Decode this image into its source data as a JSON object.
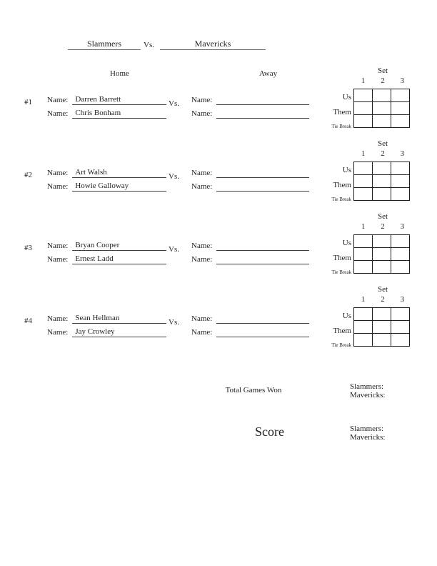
{
  "header": {
    "home_team": "Slammers",
    "vs_label": "Vs.",
    "away_team": "Mavericks",
    "home_column_label": "Home",
    "away_column_label": "Away"
  },
  "name_label": "Name:",
  "set_grid": {
    "title": "Set",
    "columns": [
      "1",
      "2",
      "3"
    ],
    "row_labels": [
      "Us",
      "Them",
      "Tie Break"
    ]
  },
  "matches": [
    {
      "number": "#1",
      "vs_label": "Vs.",
      "home_players": [
        "Darren Barrett",
        "Chris Bonham"
      ],
      "away_players": [
        "",
        ""
      ]
    },
    {
      "number": "#2",
      "vs_label": "Vs.",
      "home_players": [
        "Art Walsh",
        "Howie Galloway"
      ],
      "away_players": [
        "",
        ""
      ]
    },
    {
      "number": "#3",
      "vs_label": "Vs.",
      "home_players": [
        "Bryan Cooper",
        "Ernest Ladd"
      ],
      "away_players": [
        "",
        ""
      ]
    },
    {
      "number": "#4",
      "vs_label": "Vs.",
      "home_players": [
        "Sean Hellman",
        "Jay Crowley"
      ],
      "away_players": [
        "",
        ""
      ]
    }
  ],
  "summary": {
    "total_games_won_label": "Total Games Won",
    "score_label": "Score",
    "games_won_teams": [
      "Slammers:",
      "Mavericks:"
    ],
    "score_teams": [
      "Slammers:",
      "Mavericks:"
    ]
  },
  "colors": {
    "ink": "#1f1f1f",
    "line": "#3f3f3f",
    "grid_line": "#1d1d1d"
  }
}
